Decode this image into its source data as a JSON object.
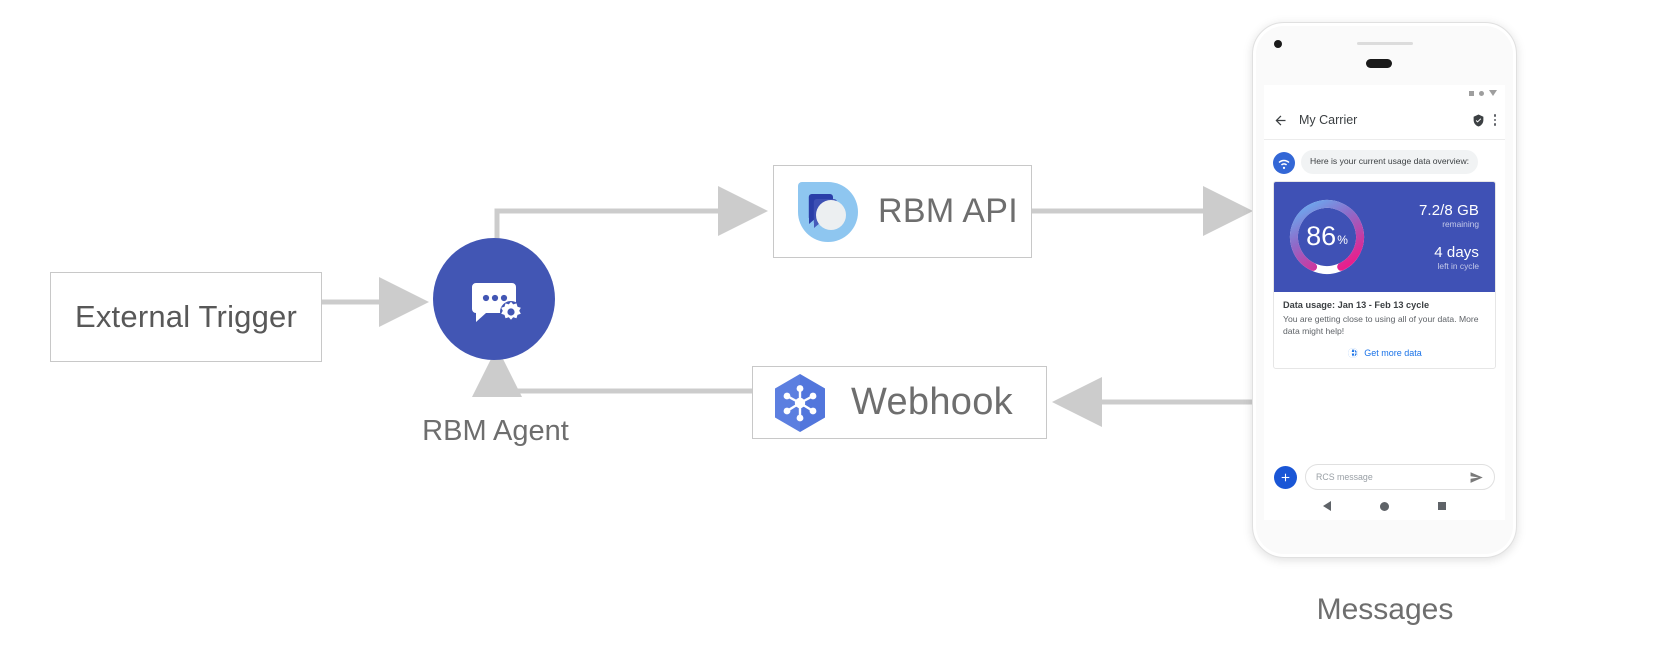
{
  "diagram": {
    "external_trigger": {
      "label": "External Trigger"
    },
    "rbm_agent": {
      "label": "RBM Agent",
      "icon": "chat-gear-icon"
    },
    "rbm_api": {
      "label": "RBM API",
      "icon": "rbm-droplet-icon"
    },
    "webhook": {
      "label": "Webhook",
      "icon": "webhook-hexagon-icon"
    },
    "phone": {
      "label": "Messages"
    },
    "colors": {
      "agent_blue": "#4256b4",
      "webhook_blue": "#5c7fe0",
      "api_light_blue": "#8ec6f0",
      "api_dark_blue": "#2a3ea8",
      "connector_gray": "#cccccc",
      "card_indigo": "#3f51b5",
      "link_blue": "#1a73e8"
    }
  },
  "phone_ui": {
    "statusbar": {
      "icons": [
        "square-icon",
        "dot-icon",
        "triangle-down-icon"
      ]
    },
    "appbar": {
      "back_icon": "back-arrow-icon",
      "title": "My Carrier",
      "verified_icon": "verified-shield-icon",
      "overflow_icon": "overflow-menu-icon"
    },
    "conversation": {
      "avatar_icon": "carrier-wifi-avatar-icon",
      "incoming_message": "Here is your current usage data overview:",
      "rich_card": {
        "gauge": {
          "value": "86",
          "unit": "%",
          "percent": 86,
          "track_color": "#ffffff",
          "gradient_start": "#64b5f6",
          "gradient_mid": "#8e6bc9",
          "gradient_end": "#e91e8c"
        },
        "data_remaining": "7.2/8 GB",
        "data_remaining_sub": "remaining",
        "days_left": "4 days",
        "days_left_sub": "left in cycle",
        "title": "Data usage: Jan 13 - Feb 13 cycle",
        "body": "You are getting close to using all of your data. More data might help!",
        "action_icon": "globe-icon",
        "action_label": "Get more data"
      }
    },
    "composer": {
      "plus_icon": "add-attachment-icon",
      "placeholder": "RCS message",
      "send_icon": "send-icon"
    },
    "navbar": {
      "back_icon": "nav-back-icon",
      "home_icon": "nav-home-icon",
      "recents_icon": "nav-recents-icon"
    }
  }
}
